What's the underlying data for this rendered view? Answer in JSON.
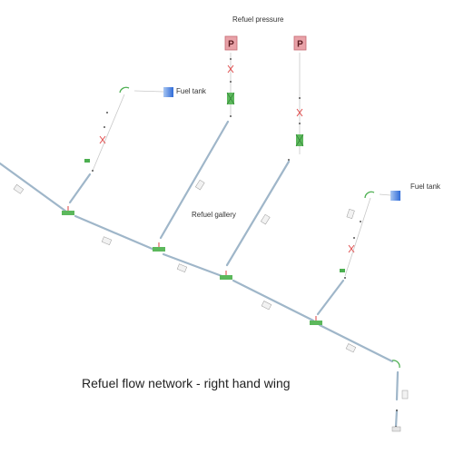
{
  "labels": {
    "refuel_pressure": "Refuel pressure",
    "fuel_tank_left": "Fuel tank",
    "fuel_tank_right": "Fuel tank",
    "refuel_gallery": "Refuel gallery",
    "title": "Refuel flow network - right hand wing"
  },
  "components": {
    "pressure_symbol": "P"
  },
  "colors": {
    "pipe": "#9fb6c9",
    "pipe_dark": "#7f98ad",
    "pressure_fill": "#e8a2a8",
    "pressure_stroke": "#c56a72",
    "tank_fill": "#4f86e0",
    "valve_green": "#4caf50",
    "valve_red": "#e05050",
    "junction_green": "#5cb85c",
    "junction_red": "#e06060"
  }
}
